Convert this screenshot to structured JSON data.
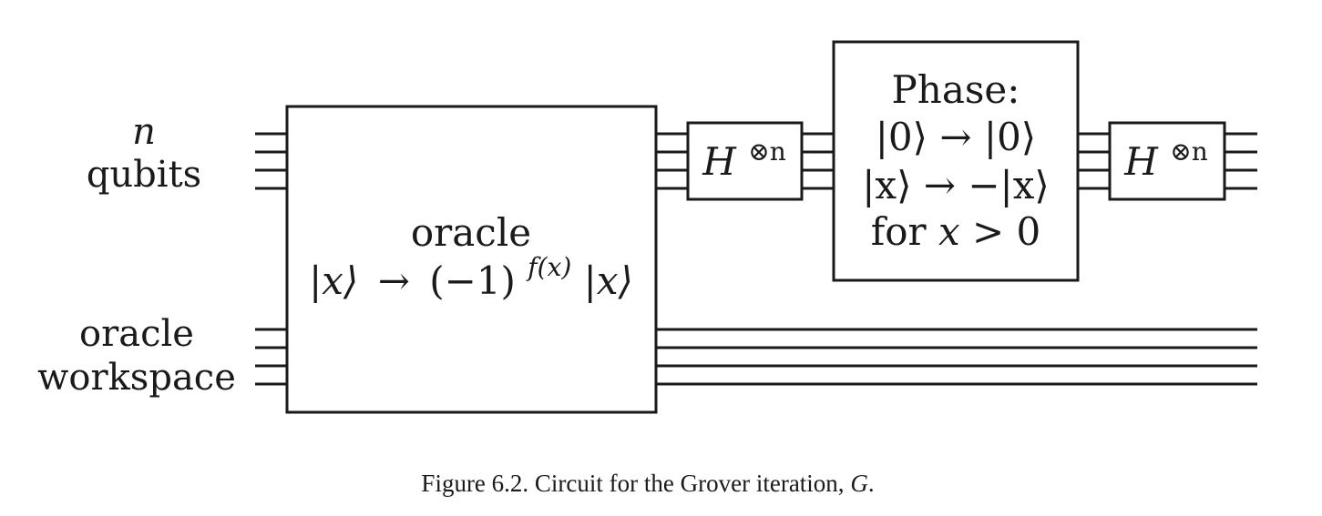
{
  "labels": {
    "n": "n",
    "qubits": "qubits",
    "workspace_line1": "oracle",
    "workspace_line2": "workspace"
  },
  "oracle_box": {
    "title": "oracle",
    "ket_x_1": "|x⟩",
    "arrow": "→",
    "minus_one": "(−1)",
    "exponent": "f(x)",
    "ket_x_2": "|x⟩"
  },
  "hadamard_1": {
    "base": "H",
    "superscript": "⊗n"
  },
  "phase_box": {
    "title": "Phase:",
    "line1": "|0⟩ → |0⟩",
    "line2": "|x⟩ → −|x⟩",
    "line3_prefix": "for ",
    "line3_var": "x",
    "line3_rest": " > 0"
  },
  "hadamard_2": {
    "base": "H",
    "superscript": "⊗n"
  },
  "caption": {
    "text": "Figure 6.2. Circuit for the Grover iteration, ",
    "symbol": "G",
    "end": "."
  }
}
